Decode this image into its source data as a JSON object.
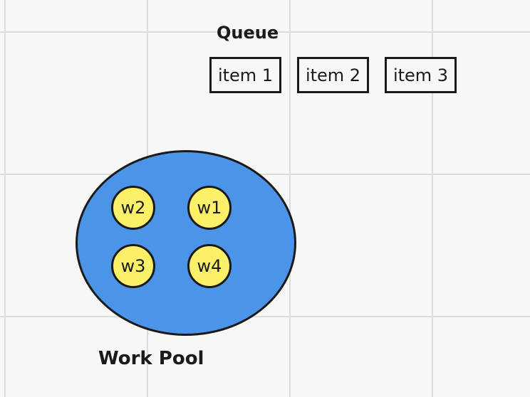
{
  "queue": {
    "title": "Queue",
    "items": [
      "item 1",
      "item 2",
      "item 3"
    ]
  },
  "pool": {
    "label": "Work Pool",
    "workers": [
      "w2",
      "w1",
      "w3",
      "w4"
    ]
  },
  "colors": {
    "background": "#f7f7f7",
    "grid": "#dcdcdc",
    "outline": "#1a1a1a",
    "pool_fill": "#4c94e8",
    "worker_fill": "#fbf068"
  }
}
